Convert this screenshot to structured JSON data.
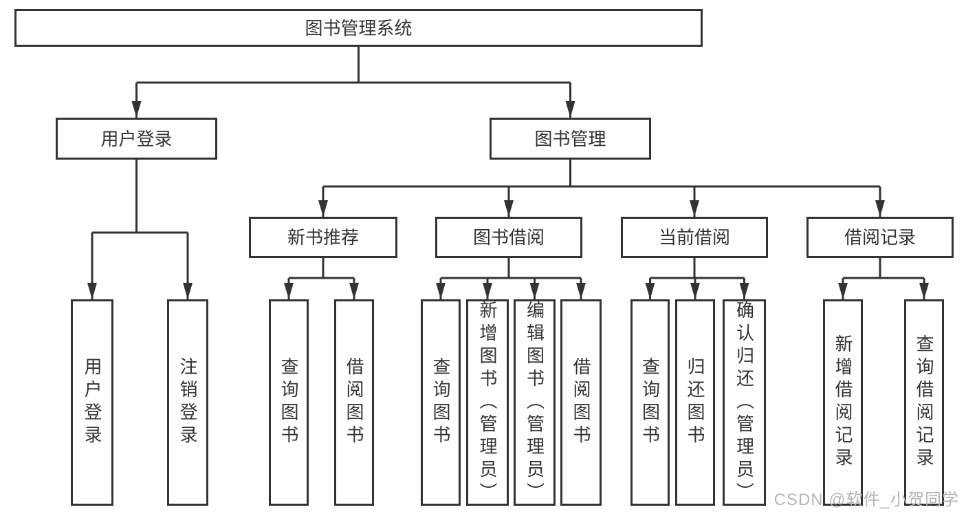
{
  "diagram": {
    "root": {
      "label": "图书管理系统",
      "children": [
        {
          "label": "用户登录",
          "children": [
            {
              "label": "用户登录"
            },
            {
              "label": "注销登录"
            }
          ]
        },
        {
          "label": "图书管理",
          "children": [
            {
              "label": "新书推荐",
              "children": [
                {
                  "label": "查询图书"
                },
                {
                  "label": "借阅图书"
                }
              ]
            },
            {
              "label": "图书借阅",
              "children": [
                {
                  "label": "查询图书"
                },
                {
                  "label": "新增图书（管理员）"
                },
                {
                  "label": "编辑图书（管理员）"
                },
                {
                  "label": "借阅图书"
                }
              ]
            },
            {
              "label": "当前借阅",
              "children": [
                {
                  "label": "查询图书"
                },
                {
                  "label": "归还图书"
                },
                {
                  "label": "确认归还（管理员）"
                }
              ]
            },
            {
              "label": "借阅记录",
              "children": [
                {
                  "label": "新增借阅记录"
                },
                {
                  "label": "查询借阅记录"
                }
              ]
            }
          ]
        }
      ]
    },
    "colors": {
      "line": "#333333",
      "text": "#333333",
      "box_background": "#ffffff",
      "watermark": "#b5b5b5"
    },
    "watermark": "CSDN @软件_小贺同学"
  }
}
